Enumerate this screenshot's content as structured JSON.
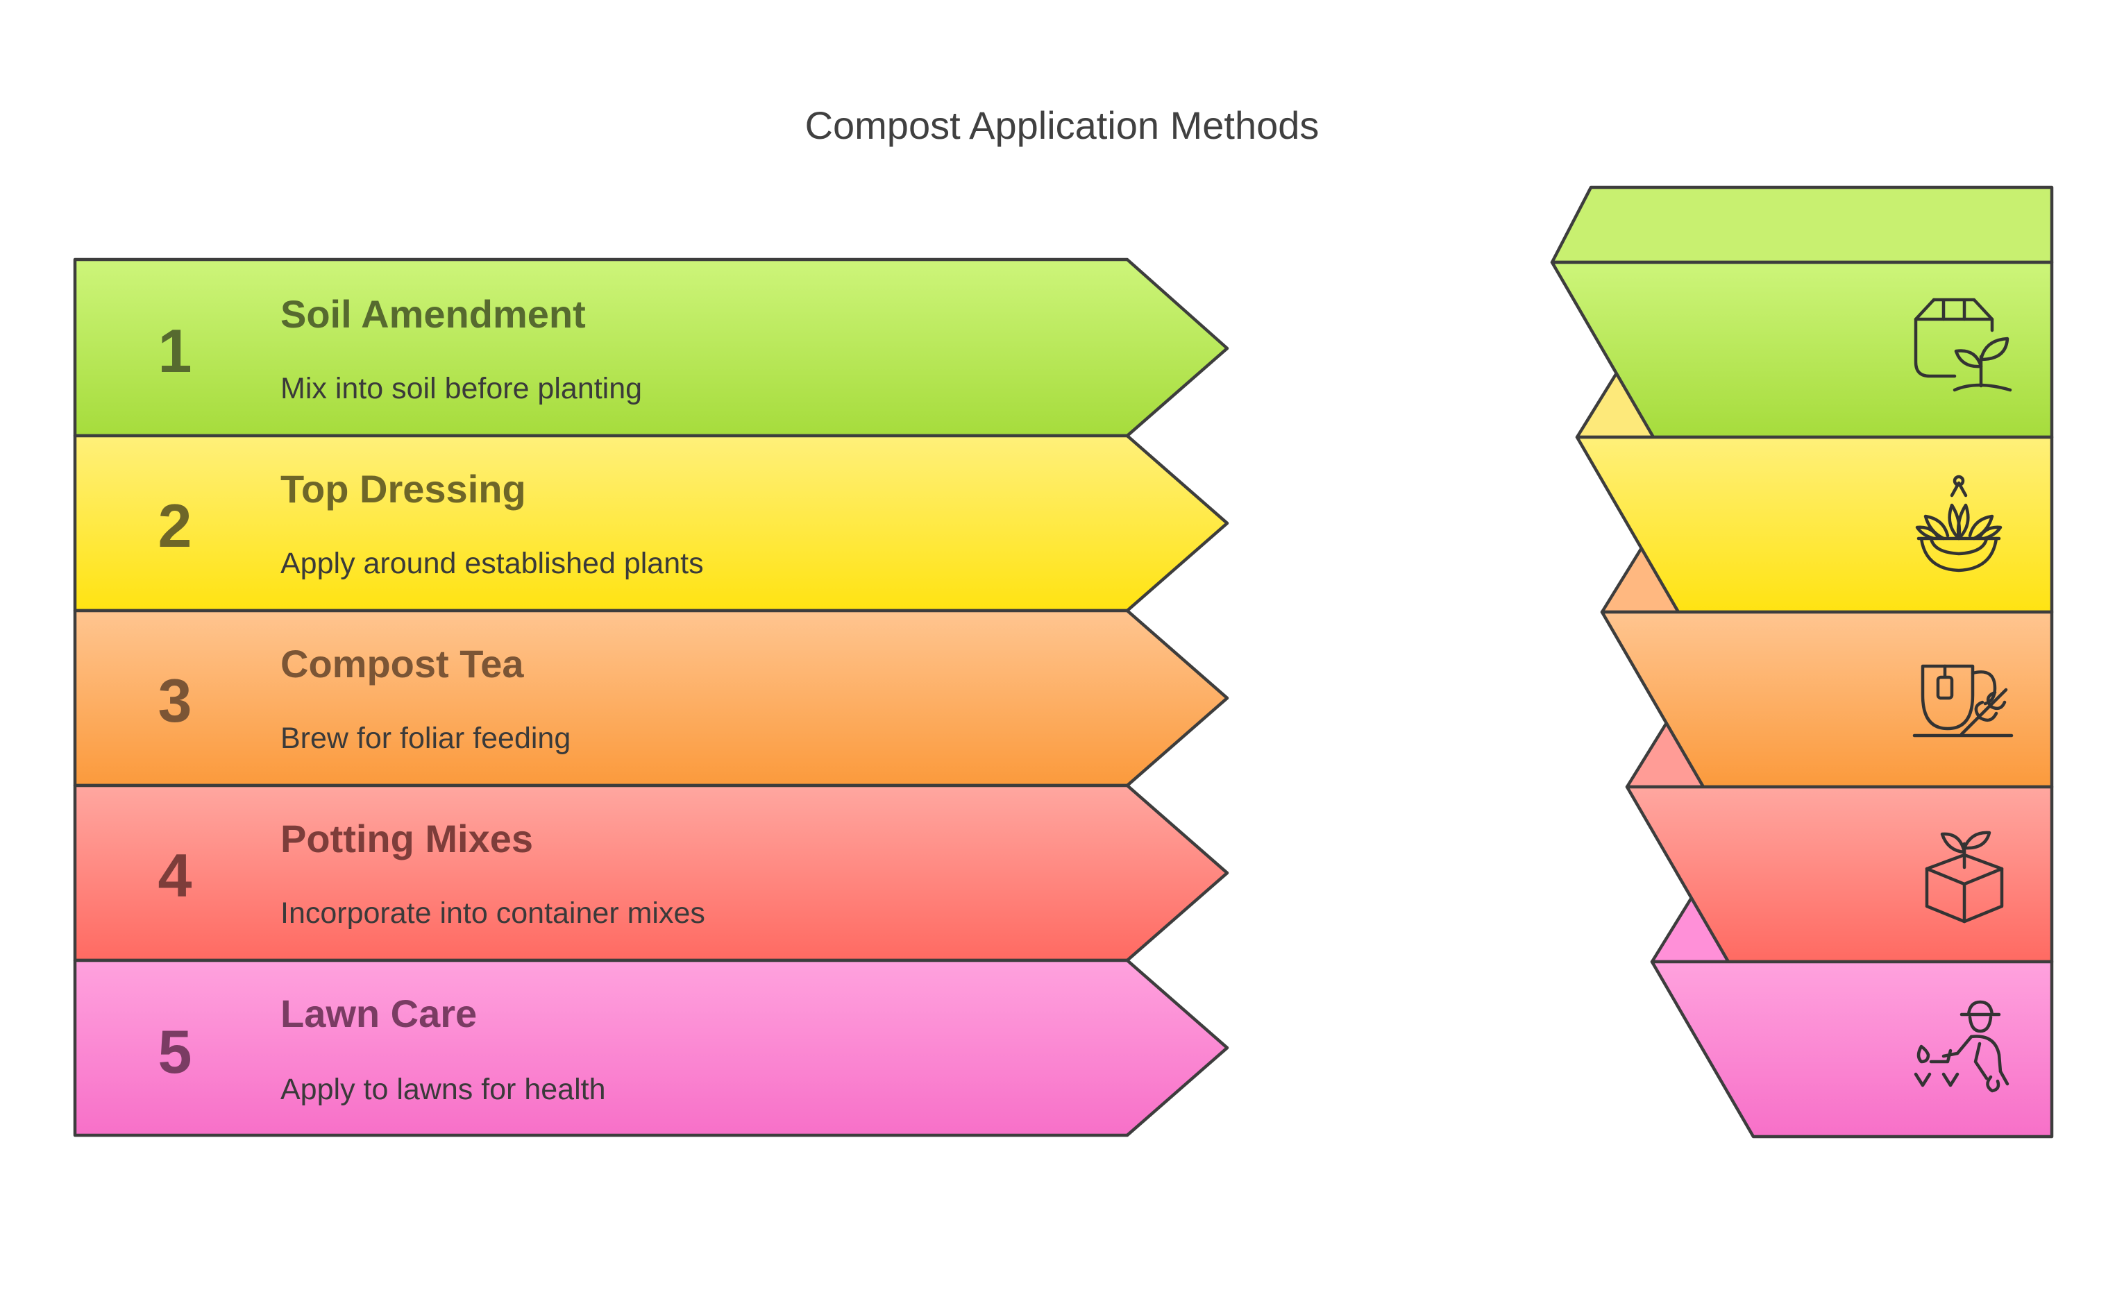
{
  "title": "Compost Application Methods",
  "steps": [
    {
      "number": "1",
      "heading": "Soil Amendment",
      "description": "Mix into soil before planting",
      "icon": "soil-bag-sprout-icon",
      "color_top": "#cdf57a",
      "color_bottom": "#a6dc3c",
      "text_color": "#566a2f"
    },
    {
      "number": "2",
      "heading": "Top Dressing",
      "description": "Apply around established plants",
      "icon": "potted-plant-icon",
      "color_top": "#fff07a",
      "color_bottom": "#ffe312",
      "text_color": "#6e6628"
    },
    {
      "number": "3",
      "heading": "Compost Tea",
      "description": "Brew for foliar feeding",
      "icon": "tea-cup-leaf-icon",
      "color_top": "#ffc590",
      "color_bottom": "#fb9a3c",
      "text_color": "#7b5535"
    },
    {
      "number": "4",
      "heading": "Potting Mixes",
      "description": "Incorporate into container mixes",
      "icon": "box-sprout-icon",
      "color_top": "#ffa7a0",
      "color_bottom": "#ff6a62",
      "text_color": "#7d3d3a"
    },
    {
      "number": "5",
      "heading": "Lawn Care",
      "description": "Apply to lawns for health",
      "icon": "gardener-lawn-icon",
      "color_top": "#ffa2de",
      "color_bottom": "#f770c8",
      "text_color": "#7a3c63"
    }
  ]
}
